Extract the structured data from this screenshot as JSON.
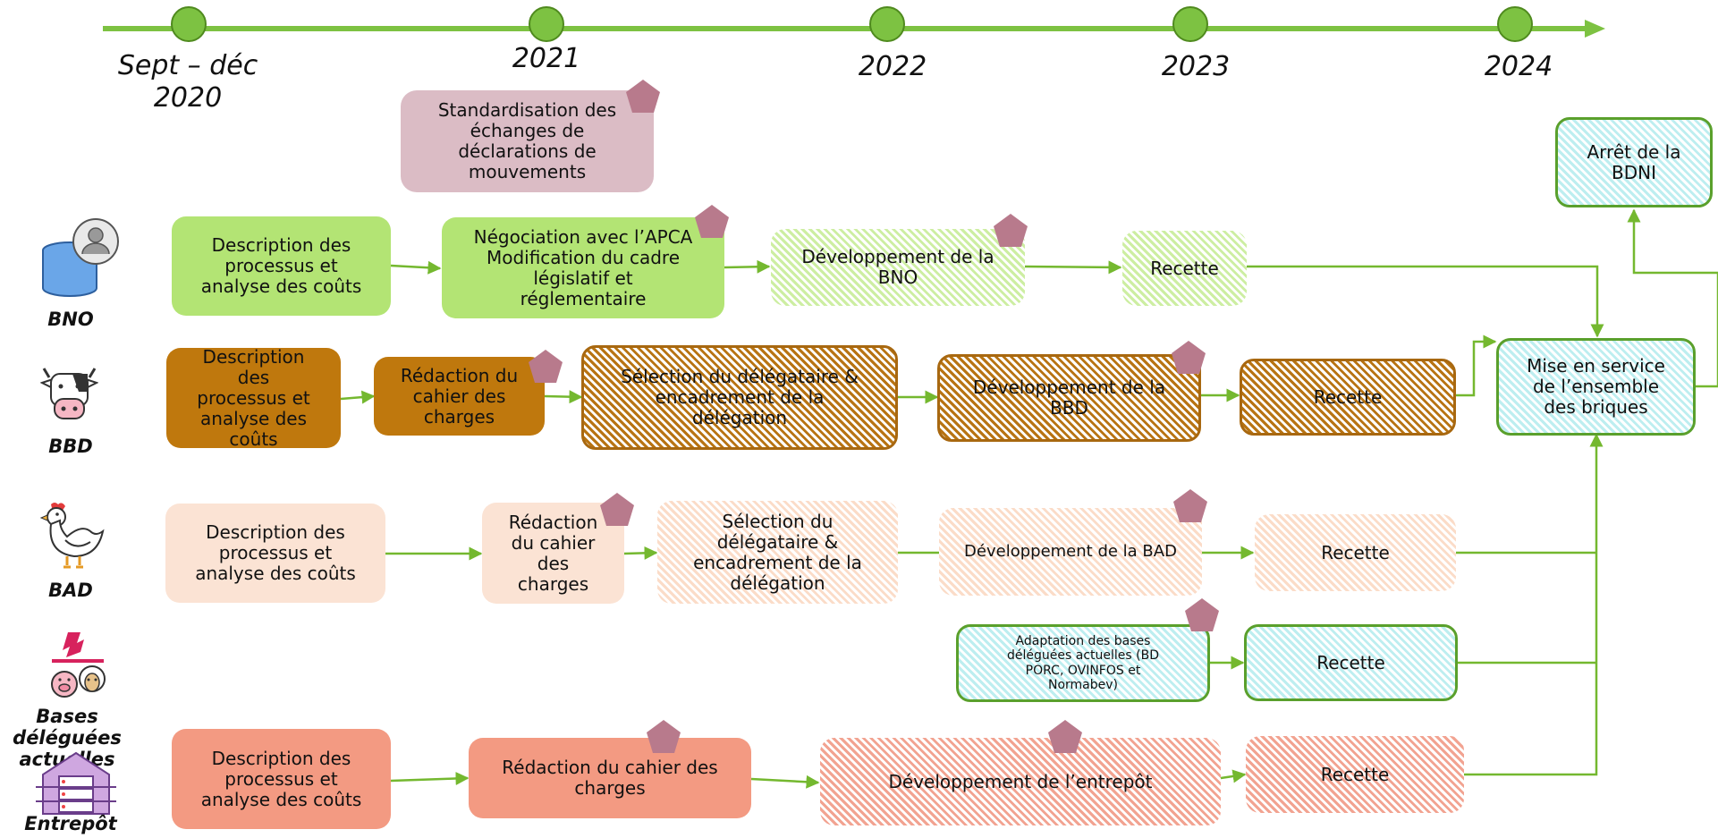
{
  "timeline": {
    "years": [
      "Sept – déc\n2020",
      "2021",
      "2022",
      "2023",
      "2024"
    ]
  },
  "rows": {
    "bno": "BNO",
    "bbd": "BBD",
    "bad": "BAD",
    "bases": "Bases déléguées\nactuelles",
    "entrepot": "Entrepôt"
  },
  "boxes": {
    "standardisation": "Standardisation des\néchanges de\ndéclarations de\nmouvements",
    "arret_bdni": "Arrêt de la\nBDNI",
    "bno_desc": "Description des\nprocessus et\nanalyse des coûts",
    "bno_nego": "Négociation avec l’APCA\nModification du cadre\nlégislatif et\nréglementaire",
    "bno_dev": "Développement de la\nBNO",
    "bno_recette": "Recette",
    "mise_service": "Mise en service\nde l’ensemble\ndes briques",
    "bbd_desc": "Description\ndes\nprocessus et\nanalyse des\ncoûts",
    "bbd_redac": "Rédaction du\ncahier des\ncharges",
    "bbd_select": "Sélection du délégataire &\nencadrement de la\ndélégation",
    "bbd_dev": "Développement de la\nBBD",
    "bbd_recette": "Recette",
    "bad_desc": "Description des\nprocessus et\nanalyse des coûts",
    "bad_redac": "Rédaction\ndu cahier\ndes\ncharges",
    "bad_select": "Sélection du\ndélégataire &\nencadrement de la\ndélégation",
    "bad_dev": "Développement de la BAD",
    "bad_recette": "Recette",
    "bases_adapt": "Adaptation des bases\ndéléguées actuelles (BD\nPORC, OVINFOS et\nNormabev)",
    "bases_recette": "Recette",
    "ent_desc": "Description des\nprocessus et\nanalyse des coûts",
    "ent_redac": "Rédaction du cahier des\ncharges",
    "ent_dev": "Développement de l’entrepôt",
    "ent_recette": "Recette"
  },
  "icons": {
    "bno": "database-user-icon",
    "bbd": "cow-icon",
    "bad": "chicken-icon",
    "bases": "pig-sheep-icon",
    "entrepot": "warehouse-server-icon",
    "milestone": "pentagon-icon"
  },
  "colors": {
    "timeline_green": "#7dc242",
    "arrow_green": "#74b82f",
    "light_green": "#b3e474",
    "brown": "#bf780d",
    "peach": "#fbe3d4",
    "salmon": "#f39a82",
    "cyan": "#bdeef0",
    "pentagon": "#b87a8c",
    "standardisation": "#dbbcc5"
  }
}
